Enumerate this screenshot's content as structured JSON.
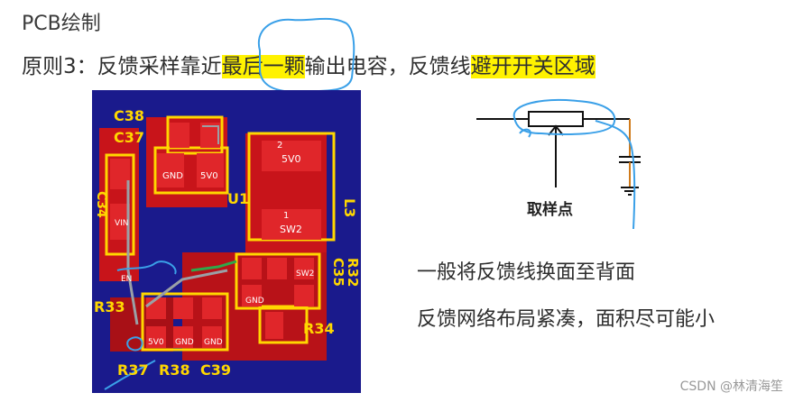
{
  "slide": {
    "title": "PCB绘制",
    "principle": {
      "prefix": "原则3：反馈采样靠近",
      "highlight1": "最后一颗",
      "middle": "输出电容，反馈线",
      "highlight2": "避开开关区域"
    }
  },
  "schematic": {
    "label": "取样点"
  },
  "notes": [
    "一般将反馈线换面至背面",
    "反馈网络布局紧凑，面积尽可能小"
  ],
  "pcb": {
    "labels": {
      "c38": "C38",
      "c37": "C37",
      "c34": "C34",
      "u1": "U1",
      "l3": "L3",
      "r33": "R33",
      "r34": "R34",
      "c35": "C35",
      "r32": "R32",
      "r37": "R37",
      "r38": "R38",
      "c39": "C39"
    },
    "pads": {
      "gnd": "GND",
      "v5v0": "5V0",
      "sw2": "SW2",
      "vin": "VIN",
      "en": "EN",
      "n1": "1",
      "n2": "2"
    }
  },
  "watermark": "CSDN @林清海笙",
  "colors": {
    "highlight": "#fff200",
    "board": "#1a1a8c",
    "copper": "#d01a1a",
    "silk": "#ffd700"
  }
}
